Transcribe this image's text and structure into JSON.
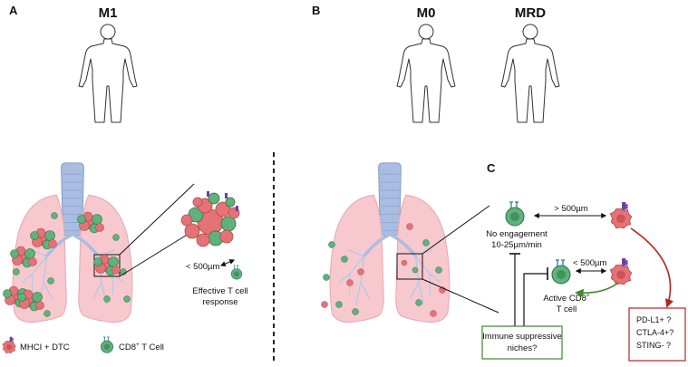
{
  "panels": {
    "a": {
      "letter": "A",
      "title": "M1"
    },
    "b": {
      "letter": "B",
      "title_left": "M0",
      "title_right": "MRD"
    },
    "c": {
      "letter": "C"
    }
  },
  "panel_a": {
    "distance": "< 500µm",
    "response_line1": "Effective T cell",
    "response_line2": "response"
  },
  "legend": {
    "tumor_cell": "MHCI + DTC",
    "t_cell_pre": "CD8",
    "t_cell_sup": "+",
    "t_cell_post": " T Cell"
  },
  "panel_c": {
    "far_distance": "> 500µm",
    "no_engage_line1": "No engagement",
    "no_engage_line2": "10-25µm/min",
    "near_distance": "< 500µm",
    "active_line1_pre": "Active CD8",
    "active_line1_sup": "+",
    "active_line2": "T cell",
    "niche_line1": "Immune suppressive",
    "niche_line2": "niches?",
    "markers": [
      "PD-L1+  ?",
      "CTLA-4+?",
      "STING-   ?"
    ]
  },
  "colors": {
    "lung_fill": "#f7c9cf",
    "lung_stroke": "#e7a9b2",
    "trachea": "#a9bde0",
    "tcell_fill": "#5fb27b",
    "tumor_fill": "#e57275",
    "arrow_red": "#b3261e",
    "arrow_green": "#3c8a2e",
    "box_red": "#b3261e",
    "box_green": "#3c8a2e"
  }
}
